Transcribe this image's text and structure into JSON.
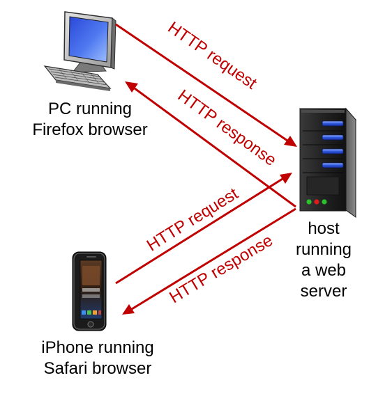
{
  "colors": {
    "arrow": "#c00000",
    "label_text": "#c00000",
    "caption_text": "#000000"
  },
  "arrows": {
    "pc_request": "HTTP request",
    "pc_response": "HTTP response",
    "iphone_request": "HTTP request",
    "iphone_response": "HTTP response"
  },
  "pc": {
    "line1": "PC running",
    "line2": "Firefox browser"
  },
  "server": {
    "line1": "host",
    "line2": "running",
    "line3": "a web",
    "line4": "server"
  },
  "iphone": {
    "line1": "iPhone running",
    "line2": "Safari browser"
  }
}
